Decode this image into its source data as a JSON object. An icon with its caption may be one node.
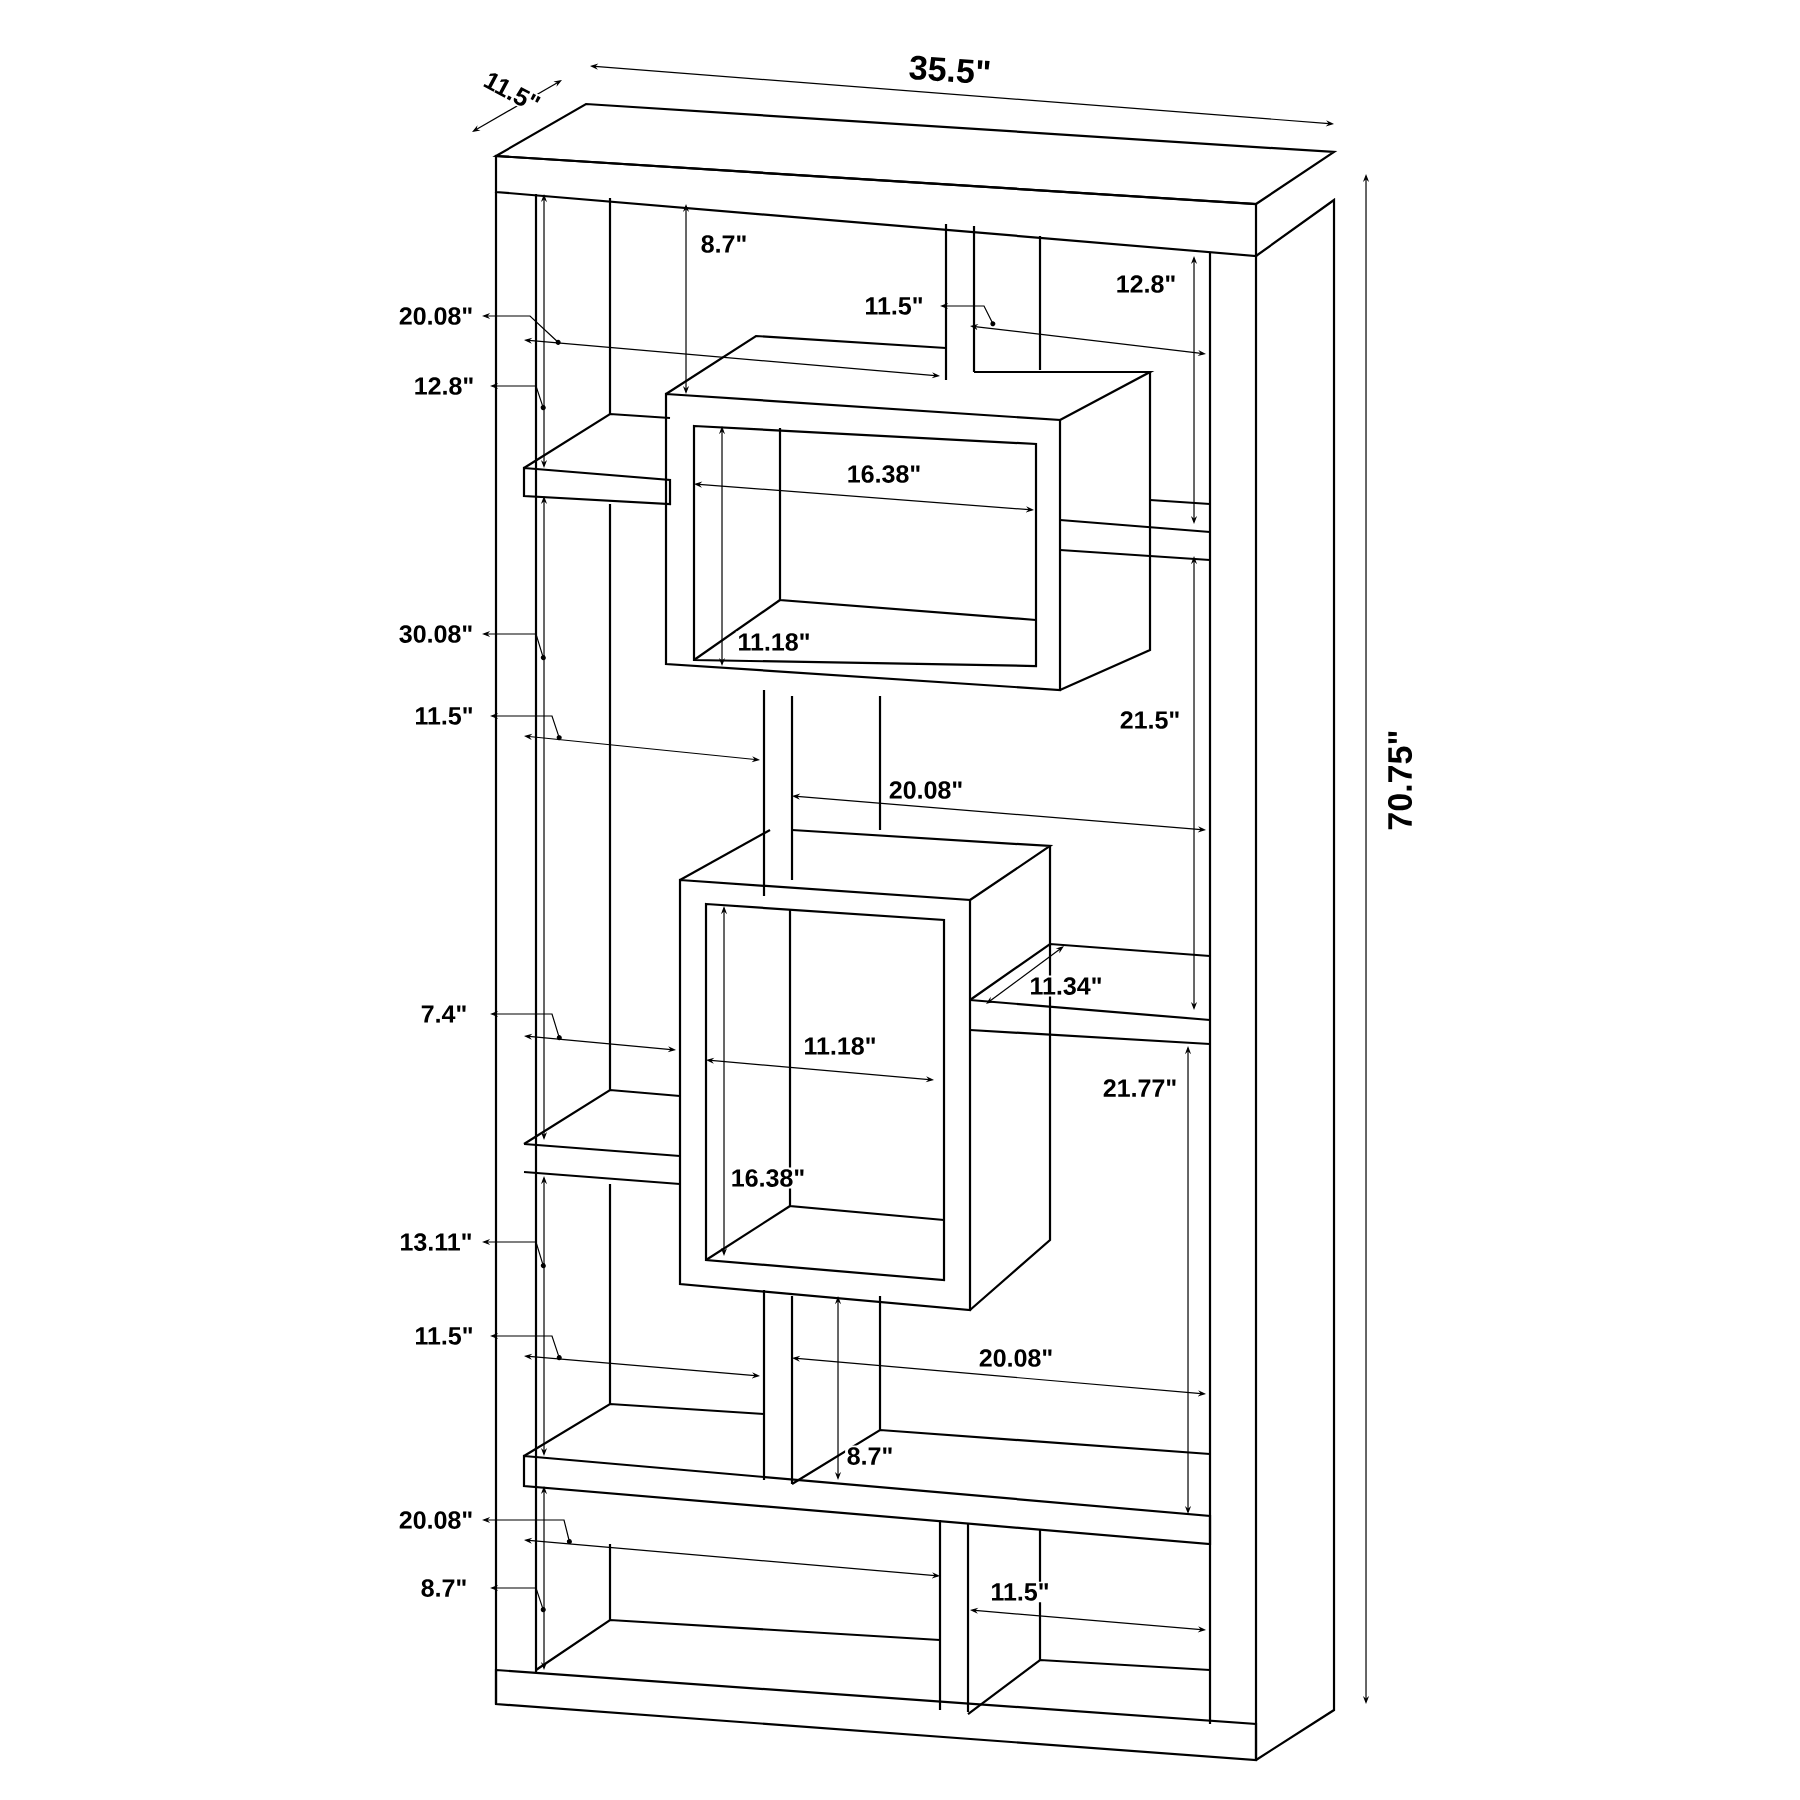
{
  "diagram": {
    "labels": [
      "11.5\"",
      "35.5\"",
      "8.7\"",
      "20.08\"",
      "11.5\"",
      "12.8\"",
      "12.8\"",
      "16.38\"",
      "30.08\"",
      "11.18\"",
      "11.5\"",
      "21.5\"",
      "20.08\"",
      "70.75\"",
      "11.34\"",
      "7.4\"",
      "11.18\"",
      "21.77\"",
      "16.38\"",
      "13.11\"",
      "11.5\"",
      "20.08\"",
      "8.7\"",
      "20.08\"",
      "11.5\"",
      "8.7\""
    ]
  }
}
